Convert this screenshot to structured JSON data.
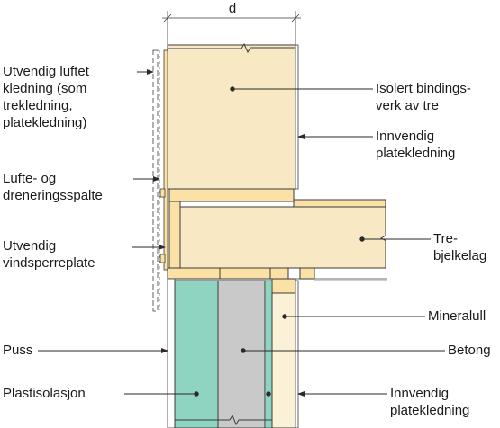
{
  "dimension": {
    "symbol": "d"
  },
  "labels_left": [
    {
      "id": "utvendig-luftet-kledning",
      "lines": [
        "Utvendig luftet",
        "kledning (som",
        "trekledning,",
        "platekledning)"
      ]
    },
    {
      "id": "lufte-og-dreneringsspalte",
      "lines": [
        "Lufte- og",
        "dreneringsspalte"
      ]
    },
    {
      "id": "utvendig-vindsperreplate",
      "lines": [
        "Utvendig",
        "vindsperreplate"
      ]
    },
    {
      "id": "puss",
      "lines": [
        "Puss"
      ]
    },
    {
      "id": "plastisolasjon",
      "lines": [
        "Plastisolasjon"
      ]
    }
  ],
  "labels_right": [
    {
      "id": "isolert-bindingsverk",
      "lines": [
        "Isolert bindings-",
        "verk av tre"
      ]
    },
    {
      "id": "innvendig-platekledning-top",
      "lines": [
        "Innvendig",
        "platekledning"
      ]
    },
    {
      "id": "tre-bjelkelag",
      "lines": [
        "Tre-",
        "bjelkelag"
      ]
    },
    {
      "id": "mineralull",
      "lines": [
        "Mineralull"
      ]
    },
    {
      "id": "betong",
      "lines": [
        "Betong"
      ]
    },
    {
      "id": "innvendig-platekledning-bottom",
      "lines": [
        "Innvendig",
        "platekledning"
      ]
    }
  ],
  "colors": {
    "timber": "#f8e9c4",
    "timber_edge": "#3a3a3a",
    "beam": "#fbe1a6",
    "eps": "#8fd3c1",
    "concrete": "#c9c9c9",
    "mineral_wool": "#fbf1d6",
    "line": "#2a2a2a"
  }
}
